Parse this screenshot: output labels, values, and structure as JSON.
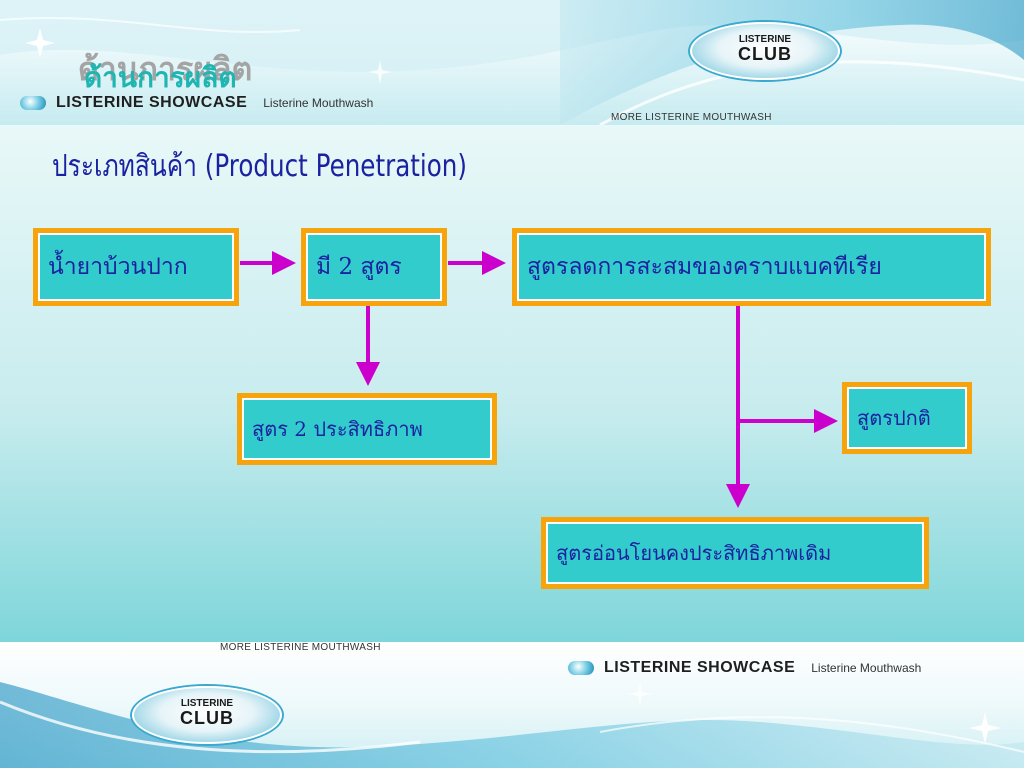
{
  "header": {
    "title_shadow": "ด้านการผลิต",
    "title": "ด้านการผลิต",
    "brand_name": "LISTERINE SHOWCASE",
    "brand_tagline": "Listerine Mouthwash",
    "more_text": "MORE LISTERINE MOUTHWASH",
    "club_logo": {
      "line1": "LISTERINE",
      "line2": "CLUB"
    }
  },
  "main": {
    "subtitle": "ประเภทสินค้า (Product  Penetration)",
    "boxes": {
      "mouthwash": "น้ำยาบ้วนปาก",
      "two_formulas": "มี 2 สูตร",
      "reduce_plaque": "สูตรลดการสะสมของคราบแบคทีเรีย",
      "two_efficacy": "สูตร 2 ประสิทธิภาพ",
      "regular": "สูตรปกติ",
      "mild": "สูตรอ่อนโยนคงประสิทธิภาพเดิม"
    }
  },
  "footer": {
    "more_text": "MORE LISTERINE MOUTHWASH",
    "brand_name": "LISTERINE SHOWCASE",
    "brand_tagline": "Listerine Mouthwash",
    "club_logo": {
      "line1": "LISTERINE",
      "line2": "CLUB"
    }
  },
  "colors": {
    "box_fill": "#33cccc",
    "box_border": "#f7a30c",
    "arrow": "#cc00cc",
    "text_blue": "#1a22a0",
    "title_teal": "#1fb5b3"
  }
}
